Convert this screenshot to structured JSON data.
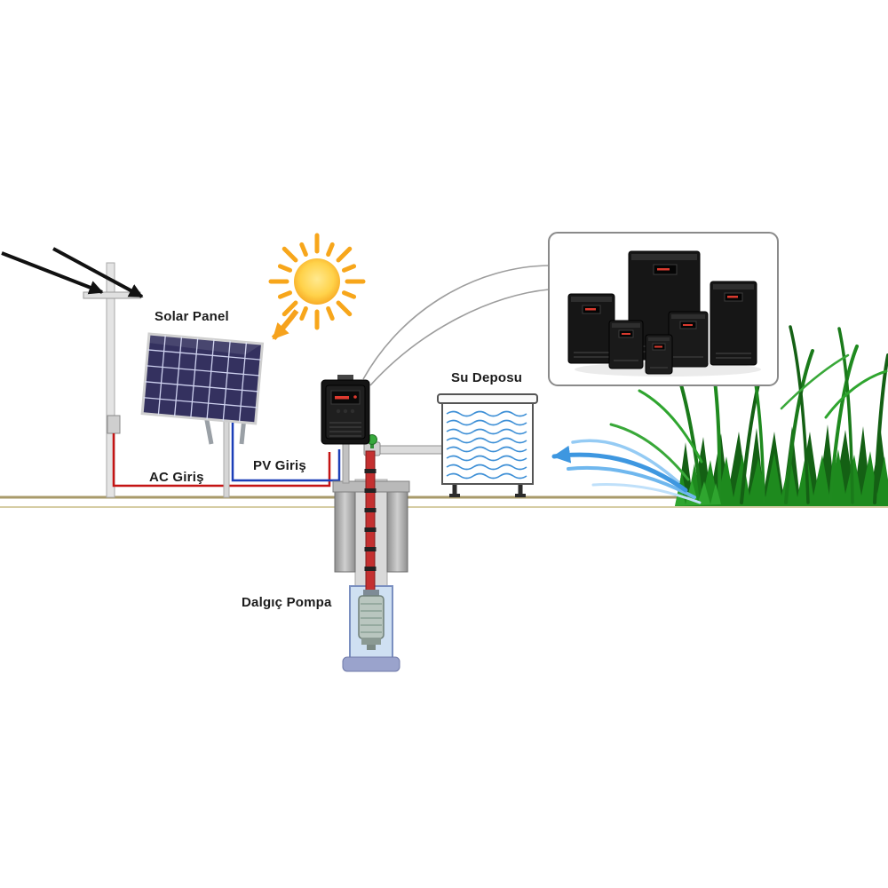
{
  "diagram": {
    "labels": {
      "solar_panel": "Solar Panel",
      "ac_input": "AC Giriş",
      "pv_input": "PV Giriş",
      "water_tank": "Su Deposu",
      "submersible_pump": "Dalgıç Pompa"
    },
    "colors": {
      "sun_core": "#FFD24A",
      "sun_rays": "#F7A61B",
      "panel_cells": "#34315F",
      "ac_wire": "#C41414",
      "pv_wire": "#1C3FB8",
      "water": "#3D8FD6",
      "grass_dark": "#146014",
      "grass_light": "#2FA52F",
      "inverter_body": "#161616",
      "ground": "#A89A6A"
    }
  }
}
